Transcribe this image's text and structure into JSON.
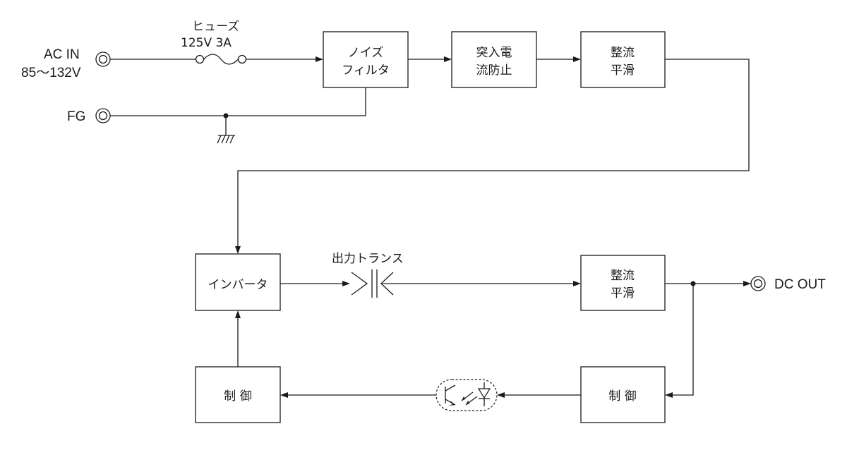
{
  "terminals": {
    "ac_in_line1": "AC IN",
    "ac_in_line2": "85〜132V",
    "fg": "FG",
    "dc_out": "DC OUT"
  },
  "fuse": {
    "name": "ヒューズ",
    "rating": "125V 3A"
  },
  "transformer": {
    "name": "出力トランス"
  },
  "blocks": {
    "noise_filter": [
      "ノイズ",
      "フィルタ"
    ],
    "inrush": [
      "突入電",
      "流防止"
    ],
    "rectifier_in": [
      "整流",
      "平滑"
    ],
    "inverter": "インバータ",
    "rectifier_out": [
      "整流",
      "平滑"
    ],
    "control_primary": "制 御",
    "control_secondary": "制 御"
  }
}
